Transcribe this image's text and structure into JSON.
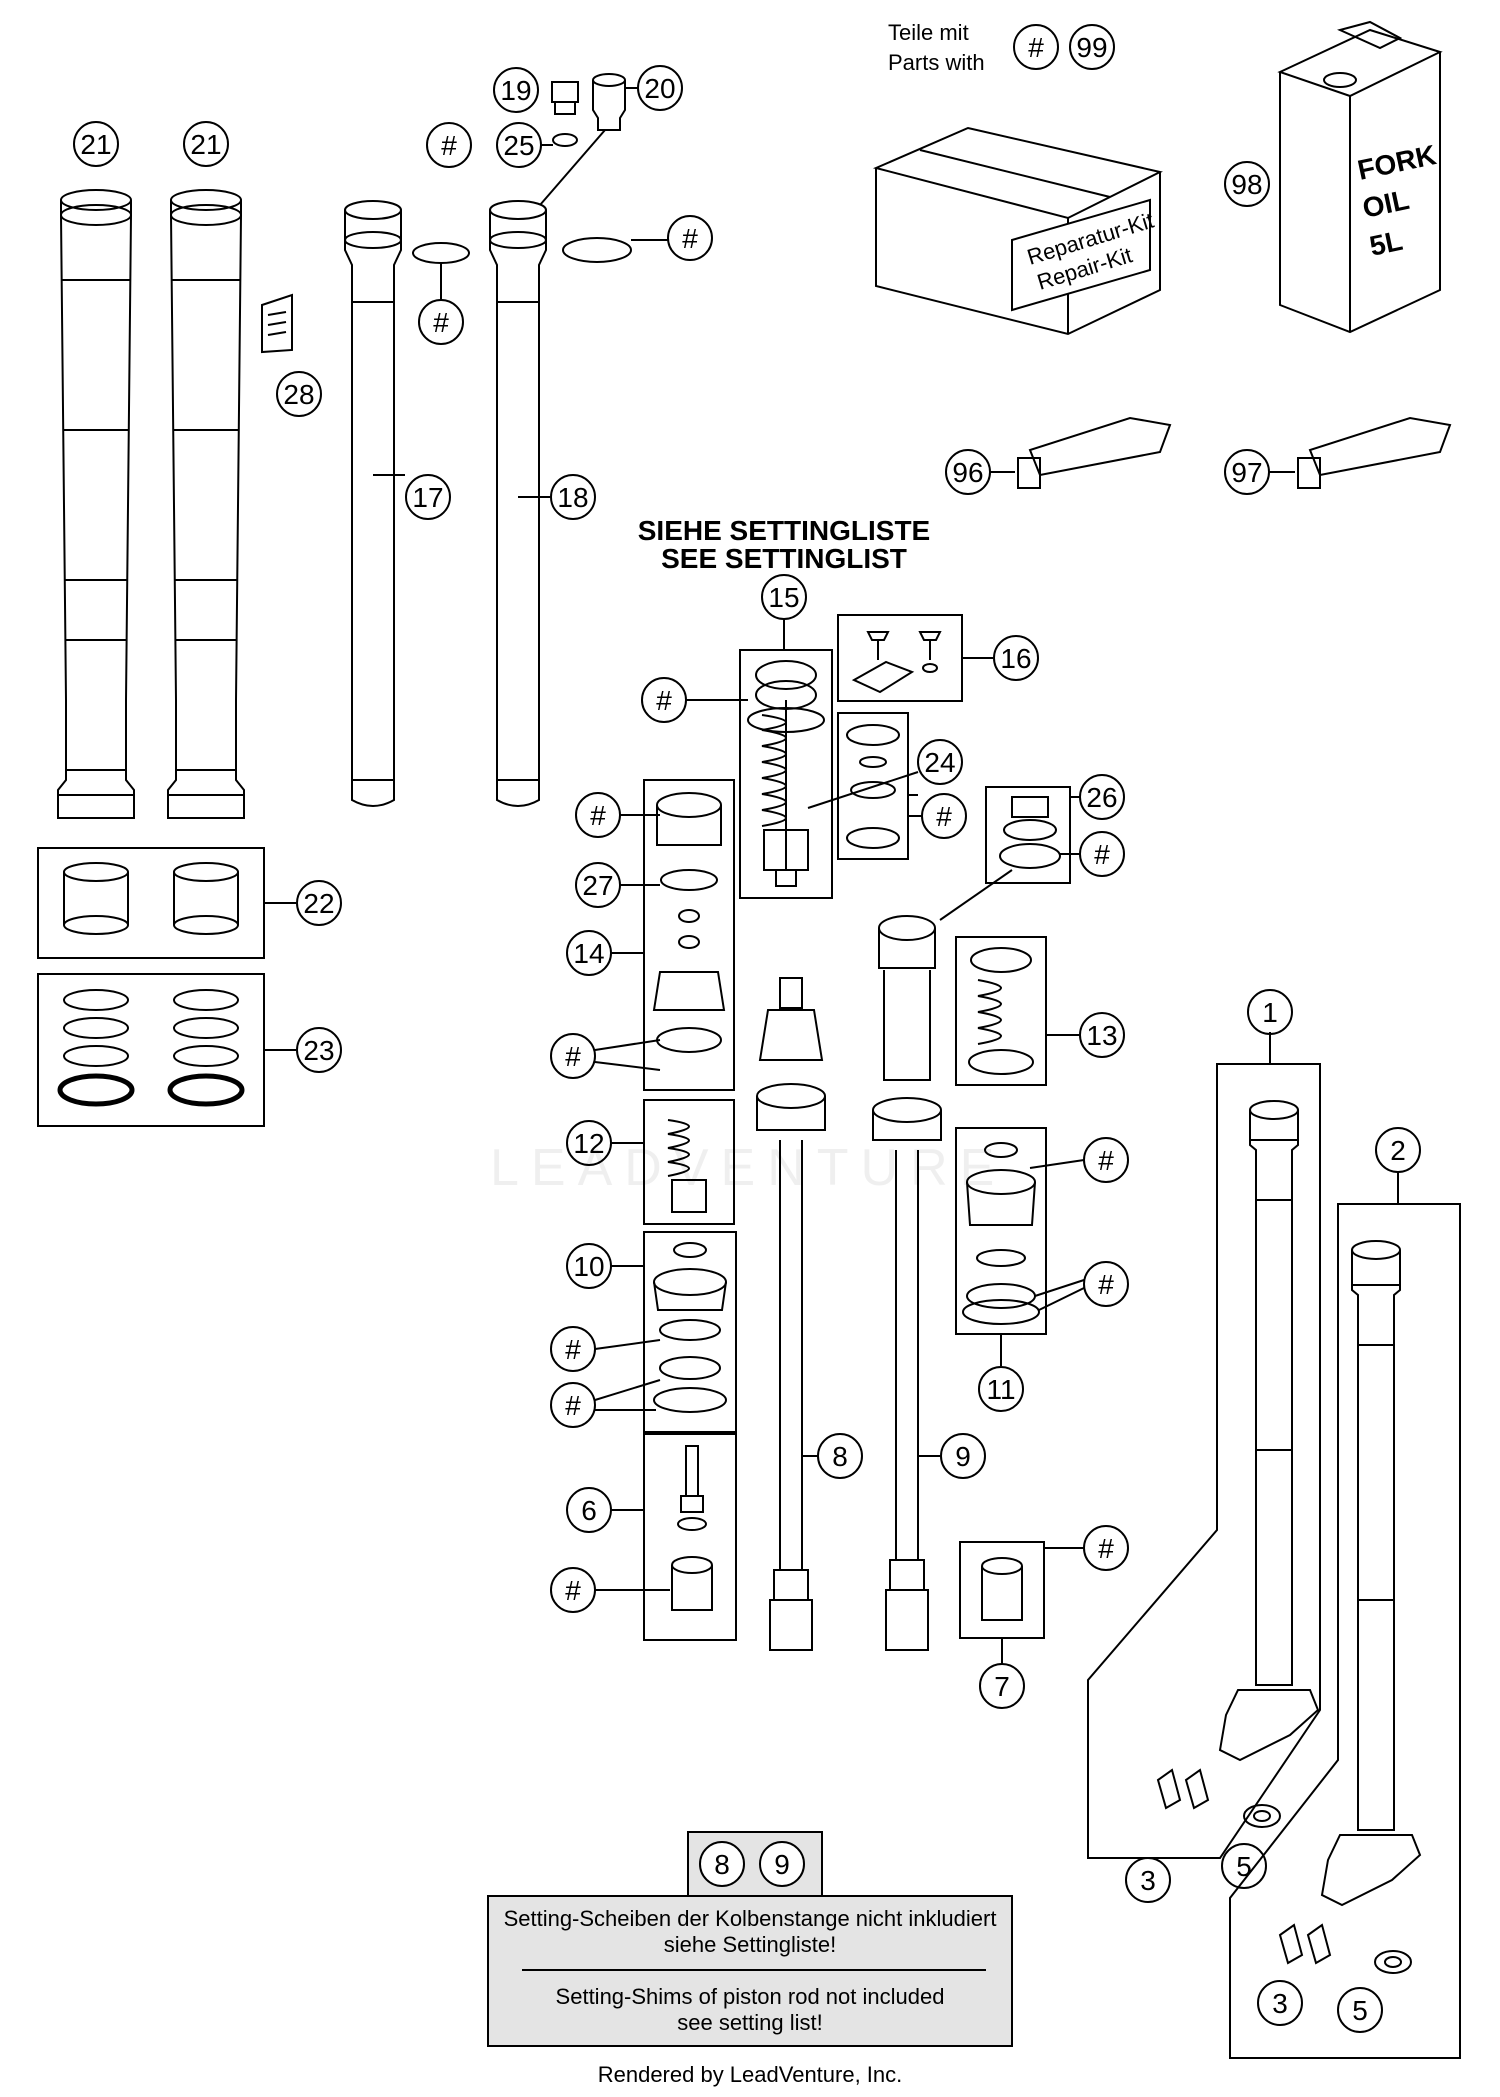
{
  "header": {
    "kit_line1": "Teile mit",
    "kit_line2": "Parts with",
    "kit_hash": "#",
    "kit_number": "99",
    "settinglist_de": "SIEHE SETTINGLISTE",
    "settinglist_en": "SEE SETTINGLIST"
  },
  "callouts": {
    "c1": "1",
    "c2": "2",
    "c3": "3",
    "c3b": "3",
    "c5": "5",
    "c5b": "5",
    "c6": "6",
    "c7": "7",
    "c8": "8",
    "c9": "9",
    "c10": "10",
    "c11": "11",
    "c12": "12",
    "c13": "13",
    "c14": "14",
    "c15": "15",
    "c16": "16",
    "c17": "17",
    "c18": "18",
    "c19": "19",
    "c20": "20",
    "c21a": "21",
    "c21b": "21",
    "c22": "22",
    "c23": "23",
    "c24": "24",
    "c25": "25",
    "c26": "26",
    "c27": "27",
    "c28": "28",
    "c96": "96",
    "c97": "97",
    "c98": "98"
  },
  "hash": "#",
  "products": {
    "repair_kit_de": "Reparatur-Kit",
    "repair_kit_en": "Repair-Kit",
    "oil_line1": "FORK",
    "oil_line2": "OIL",
    "oil_line3": "5L"
  },
  "note": {
    "num1": "8",
    "num2": "9",
    "de_line1": "Setting-Scheiben der Kolbenstange nicht inkludiert",
    "de_line2": "siehe Settingliste!",
    "en_line1": "Setting-Shims of piston rod not included",
    "en_line2": "see setting list!"
  },
  "watermark": "LEADVENTURE",
  "footer": "Rendered by LeadVenture, Inc."
}
